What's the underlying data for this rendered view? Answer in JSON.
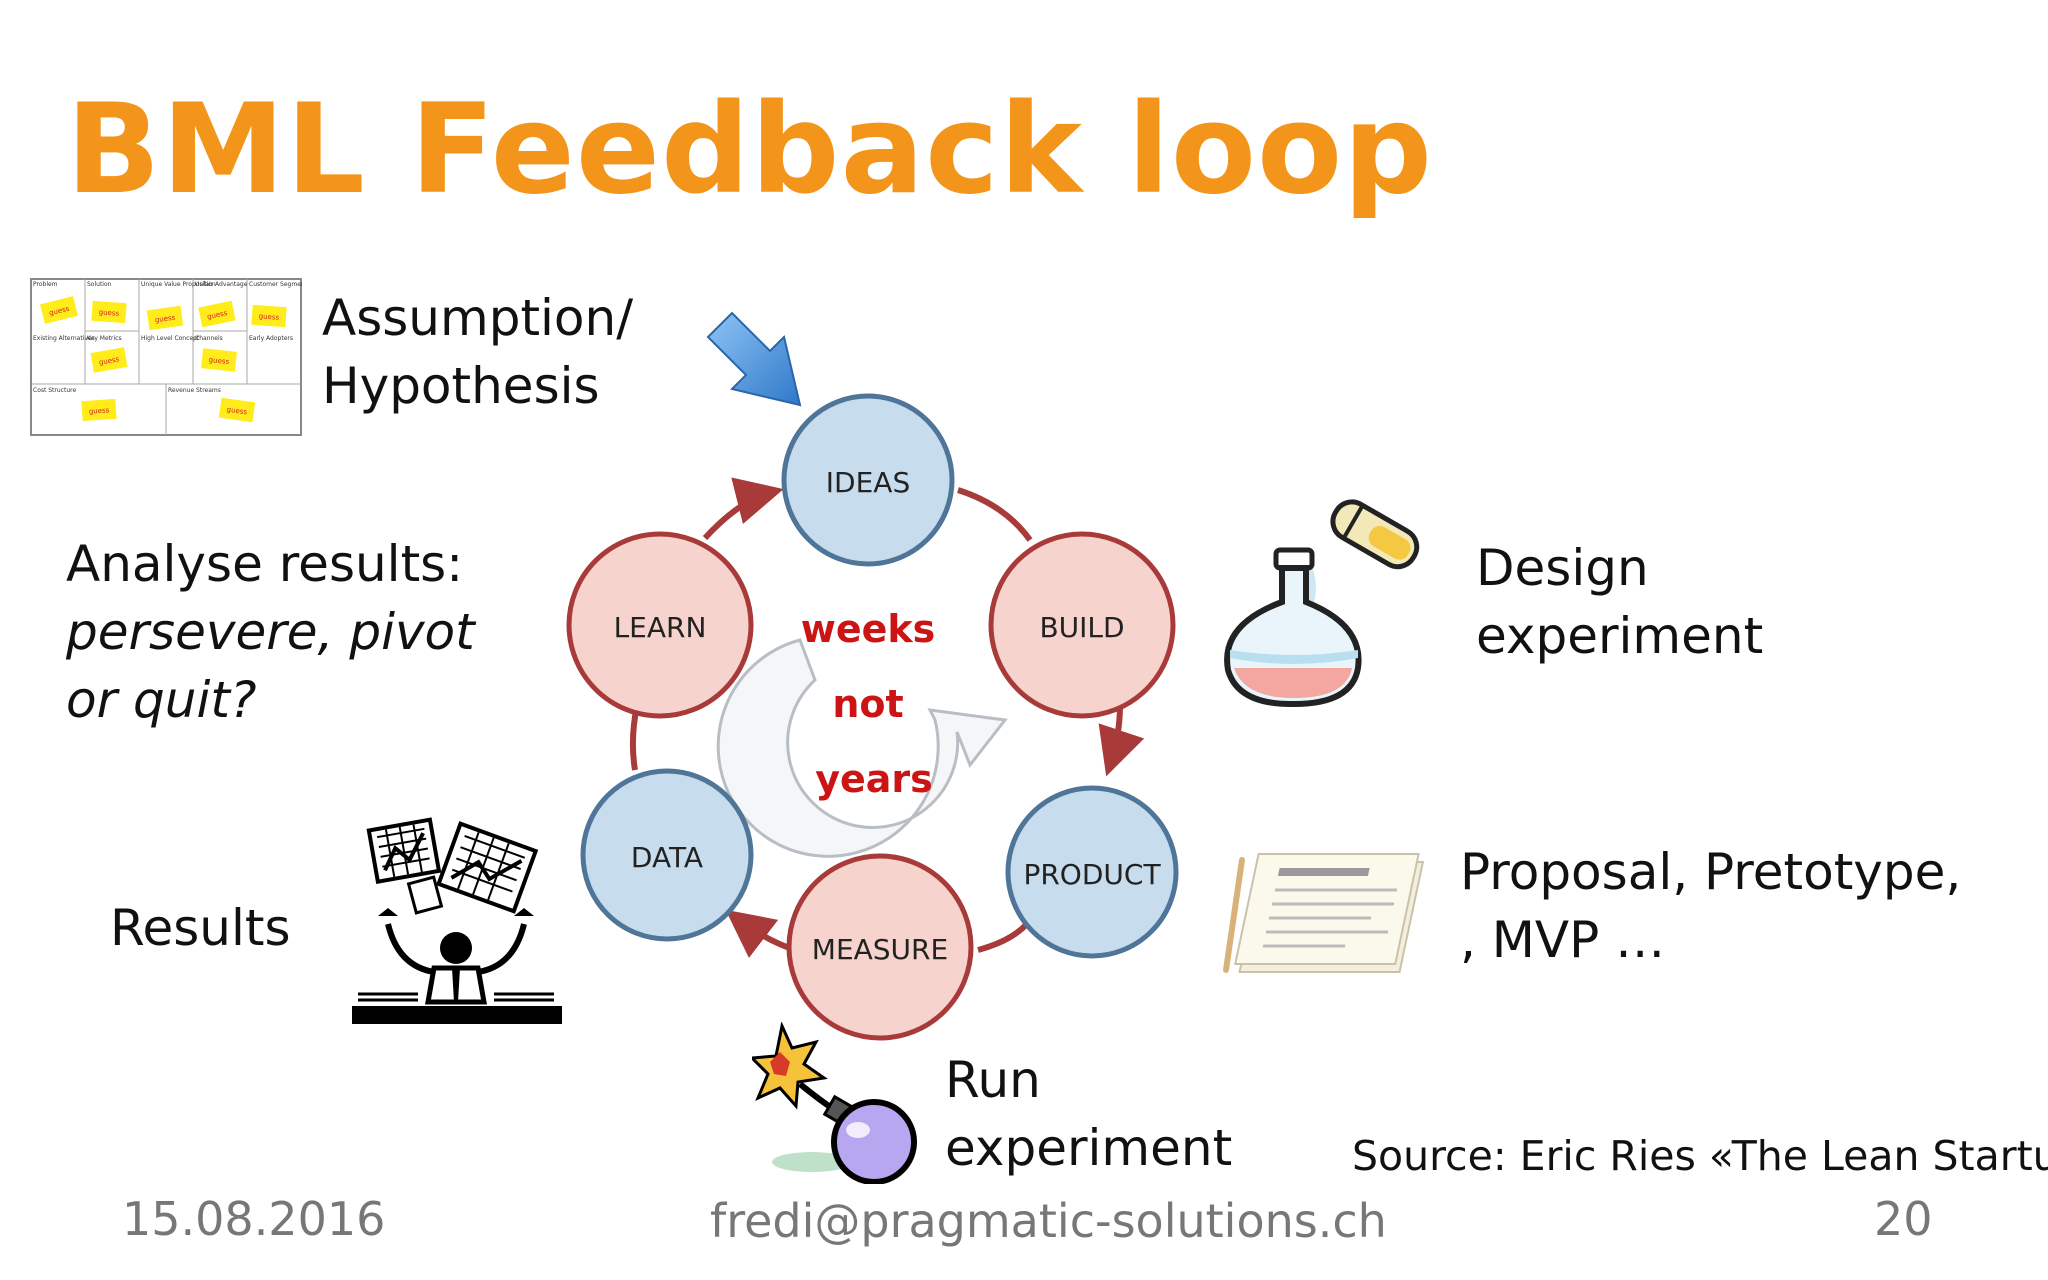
{
  "slide": {
    "title": "BML Feedback loop",
    "labels": {
      "assumption_line1": "Assumption/",
      "assumption_line2": "Hypothesis",
      "analyse_line1": "Analyse results:",
      "analyse_line2": "persevere, pivot",
      "analyse_line3": "or quit?",
      "design_line1": "Design",
      "design_line2": "experiment",
      "proposal_line1": "Proposal, Pretotype,",
      "proposal_line2": ", MVP …",
      "results": "Results",
      "run_line1": "Run",
      "run_line2": "experiment"
    },
    "source": "Source: Eric Ries «The Lean Startup»",
    "footer": {
      "date": "15.08.2016",
      "email": "fredi@pragmatic-solutions.ch",
      "page": "20"
    }
  },
  "cycle": {
    "nodes": [
      {
        "label": "IDEAS",
        "kind": "blue"
      },
      {
        "label": "BUILD",
        "kind": "red"
      },
      {
        "label": "PRODUCT",
        "kind": "blue"
      },
      {
        "label": "MEASURE",
        "kind": "red"
      },
      {
        "label": "DATA",
        "kind": "blue"
      },
      {
        "label": "LEARN",
        "kind": "red"
      }
    ],
    "center_text": [
      "weeks",
      "not",
      "years"
    ]
  },
  "canvas": {
    "cells": [
      "Problem",
      "Solution",
      "Unique Value Proposition",
      "Unfair Advantage",
      "Customer Segments",
      "Existing Alternatives",
      "Key Metrics",
      "High Level Concept",
      "Channels",
      "Early Adopters",
      "Cost Structure",
      "Revenue Streams"
    ],
    "sticky_text": "guess"
  },
  "colors": {
    "title": "#f2951a",
    "blue_fill": "#c7dcec",
    "blue_stroke": "#4f7599",
    "red_fill": "#f6d3cc",
    "red_stroke": "#a83a3a",
    "center_text": "#cc1414",
    "footer_text": "#777777",
    "arrow_blue": "#5ea3e6"
  },
  "icons": [
    "blue-arrow-icon",
    "flask-icon",
    "documents-icon",
    "juggling-figure-icon",
    "bomb-icon"
  ]
}
